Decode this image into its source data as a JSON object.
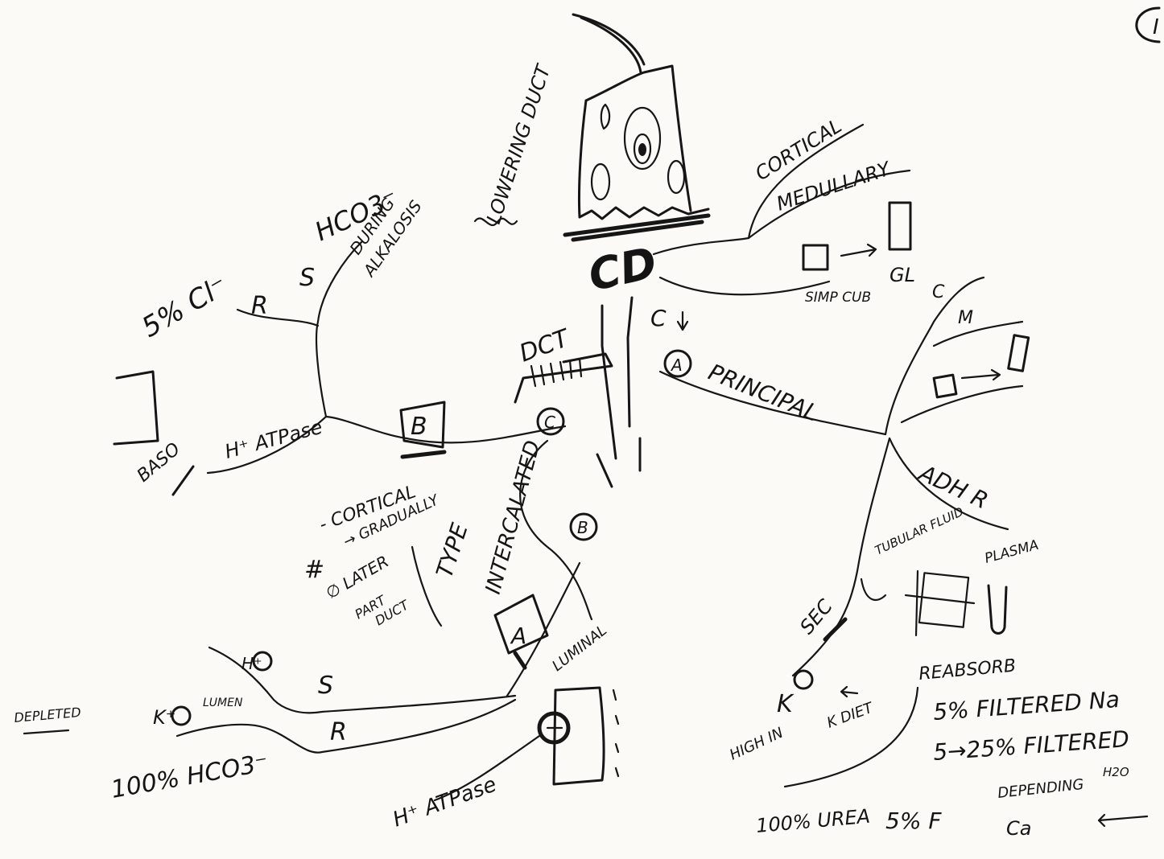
{
  "corner_mark": "I",
  "title_node": "CD",
  "cell_label": "LOWERING DUCT",
  "branches": {
    "epithelium": {
      "cortical": "CORTICAL",
      "medullary": "MEDULLARY",
      "simple_cuboidal": "SIMP CUB",
      "gl": "GL",
      "c": "C",
      "m": "M"
    },
    "principal": {
      "marker": "A",
      "label": "PRINCIPAL",
      "arrow_label": "C",
      "adh": "ADH R",
      "tubular_fluid": "TUBULAR FLUID",
      "plasma": "PLASMA",
      "sec": "SEC",
      "k": "K",
      "high_in_k_diet": "HIGH IN",
      "k_diet": "K DIET",
      "reabsorb": "REABSORB",
      "na": "5% FILTERED Na",
      "water": "5→25% FILTERED",
      "water_suffix": "H2O",
      "depending": "DEPENDING",
      "h2o": "H2O",
      "urea": "100% UREA",
      "f": "5% F",
      "ca": "Ca"
    },
    "intercalated": {
      "dct": "DCT",
      "marker_c": "C",
      "marker_b": "B",
      "label": "INTERCALATED",
      "type": "TYPE",
      "cortical_note": "- CORTICAL",
      "gradually": "→ GRADUALLY",
      "hash": "#",
      "lateral": "∅ LATER",
      "part": "PART",
      "duct": "DUCT",
      "box_b": "B",
      "box_a": "A",
      "luminal": "LUMINAL",
      "h_atpase": "H⁺ ATPase",
      "s": "S",
      "r": "R",
      "h_plus": "H⁺",
      "k_plus": "K⁺",
      "k_label": "LUMEN",
      "hco3": "100% HCO3⁻",
      "depleted": "DEPLETED",
      "h_atpase_basal": "H⁺ ATPase",
      "baso": "BASO",
      "hco3_top": "HCO3⁻",
      "during": "DURING",
      "alkalosis": "ALKALOSIS",
      "s_top": "S",
      "r_top": "R",
      "cl": "5% Cl⁻"
    }
  }
}
